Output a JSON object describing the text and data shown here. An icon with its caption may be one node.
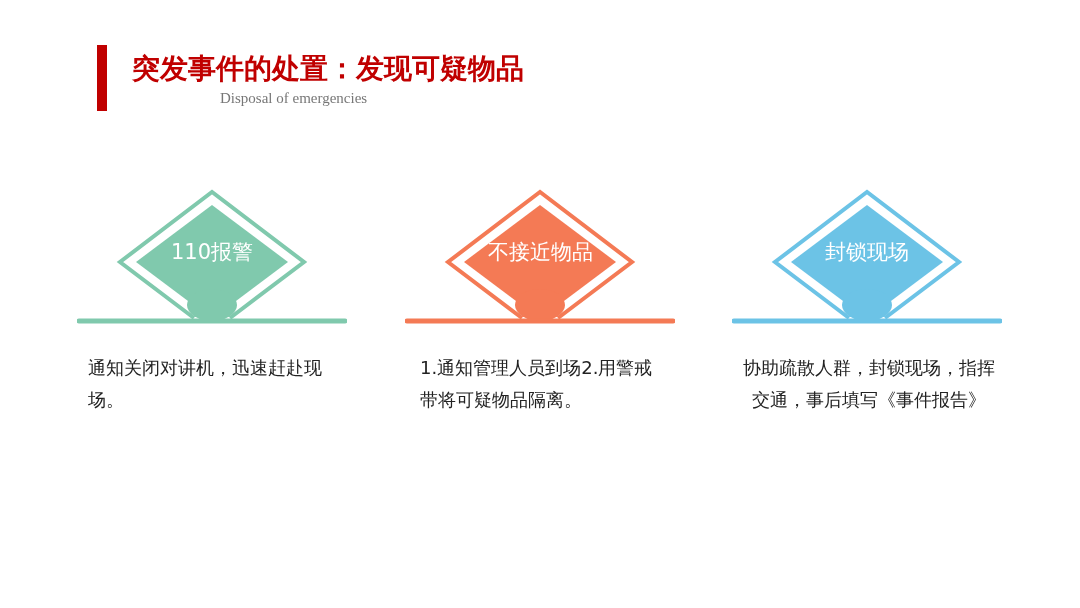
{
  "diagram": {
    "title": "突发事件的处置：发现可疑物品",
    "nodes": [
      {
        "text": [
          "110报警"
        ],
        "beside": [
          "通知关闭对讲机，迅速赶赴现场。"
        ]
      },
      {
        "text": [
          "不接近物品"
        ],
        "beside": [
          "1.通知管理人员到场2.用警戒带将可疑物品隔离。"
        ]
      },
      {
        "text": [
          "封锁现场"
        ],
        "beside": [
          "协助疏散人群，封锁现场，指挥交通，事后填写《事件报告》"
        ]
      }
    ],
    "edges": [],
    "labels": [
      "Disposal of emergencies"
    ]
  }
}
